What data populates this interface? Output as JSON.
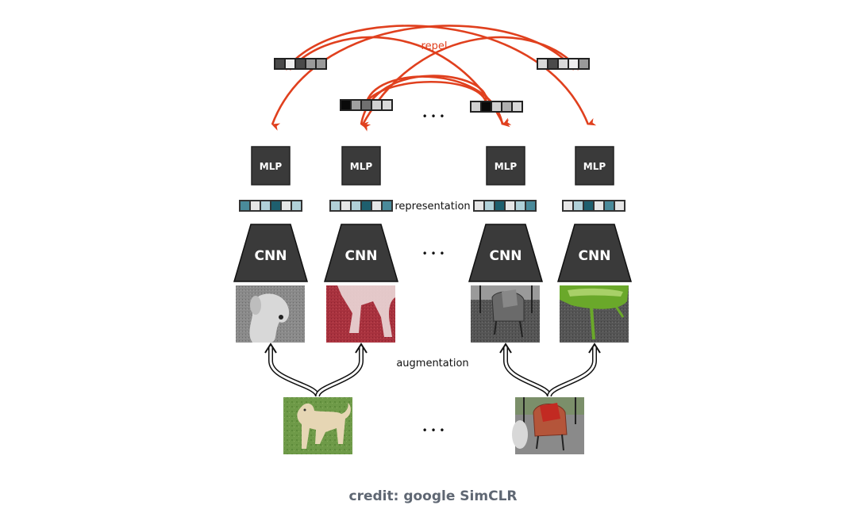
{
  "labels": {
    "repel": "repel",
    "representation": "representation",
    "augmentation": "augmentation",
    "ellipsis": "• • •",
    "credit": "credit: google SimCLR"
  },
  "colors": {
    "repel_arrow": "#e0401e",
    "block_fill": "#3a3a3a",
    "block_text": "#ffffff"
  },
  "blocks": {
    "mlp_label": "MLP",
    "cnn_label": "CNN"
  },
  "branches": [
    {
      "id": "dog-gray",
      "image": "grayscale-dog-crop",
      "output_vector": [
        "#4a4a4a",
        "#eeeeee",
        "#4a4a4a",
        "#9a9a9a",
        "#9a9a9a"
      ],
      "representation": [
        "#4a8a9a",
        "#e6e6e6",
        "#b0d0d8",
        "#1e5f6e",
        "#e6e6e6",
        "#b0d0d8"
      ]
    },
    {
      "id": "dog-red",
      "image": "red-tint-dog-legs-crop",
      "output_vector": [
        "#0a0a0a",
        "#a0a0a0",
        "#707070",
        "#d0d0d0",
        "#d8d8d8"
      ],
      "representation": [
        "#b0d0d8",
        "#e6e6e6",
        "#b0d0d8",
        "#1e5f6e",
        "#e6e6e6",
        "#4a8a9a"
      ]
    },
    {
      "id": "chair-gray",
      "image": "grayscale-chair-crop",
      "output_vector": [
        "#d0d0d0",
        "#0a0a0a",
        "#d0d0d0",
        "#b0b0b0",
        "#d8d8d8"
      ],
      "representation": [
        "#e6e6e6",
        "#b0d0d8",
        "#1e5f6e",
        "#e6e6e6",
        "#b0d0d8",
        "#4a8a9a"
      ]
    },
    {
      "id": "chair-green",
      "image": "green-chair-crop",
      "output_vector": [
        "#d8d8d8",
        "#4a4a4a",
        "#d8d8d8",
        "#eeeeee",
        "#9a9a9a"
      ],
      "representation": [
        "#e6e6e6",
        "#b0d0d8",
        "#1e5f6e",
        "#e6e6e6",
        "#4a8a9a",
        "#e6e6e6"
      ]
    }
  ],
  "sources": [
    {
      "id": "dog",
      "image": "labrador-on-grass"
    },
    {
      "id": "chair",
      "image": "red-armchair"
    }
  ]
}
